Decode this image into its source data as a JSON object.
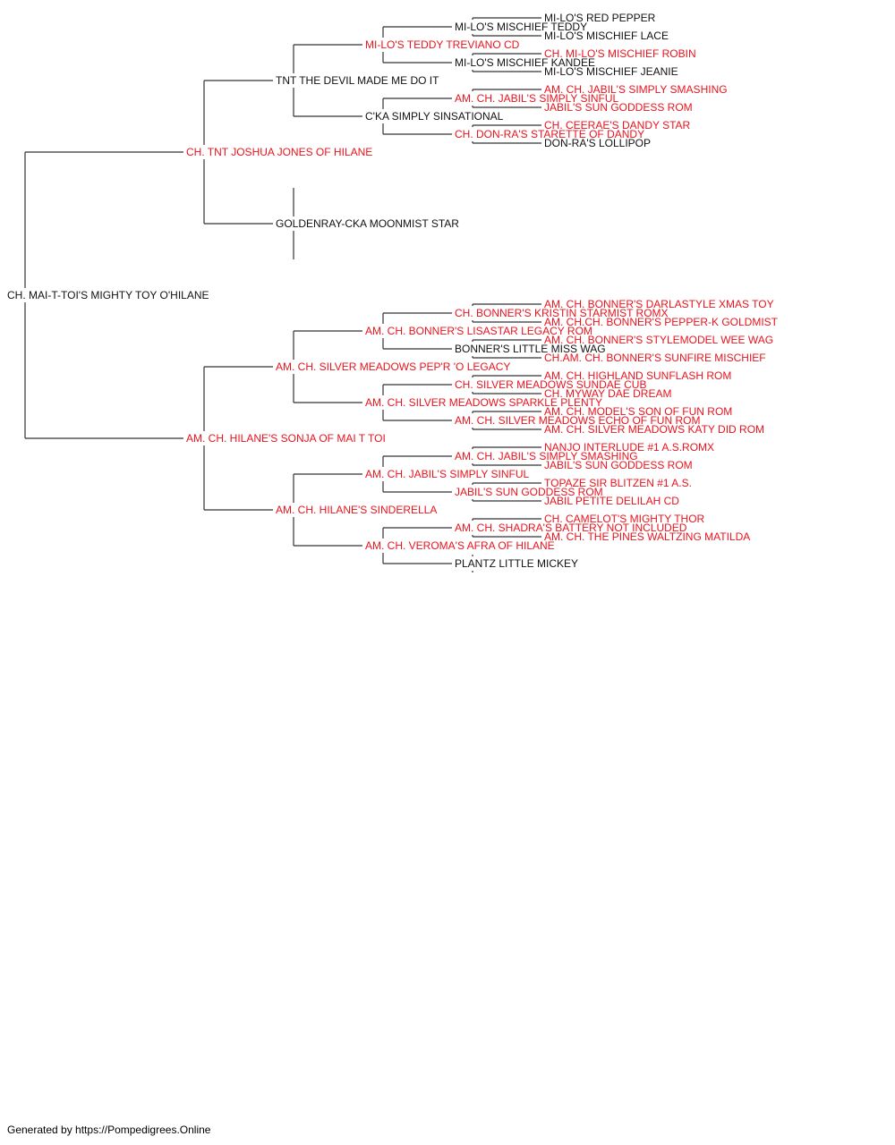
{
  "colors": {
    "champion": "#e8141e",
    "normal": "#111111",
    "line": "#333333"
  },
  "pedigree": {
    "name": "CH. MAI-T-TOI'S MIGHTY TOY O'HILANE",
    "champion": false,
    "sire": {
      "name": "CH. TNT JOSHUA JONES OF HILANE",
      "champion": true,
      "sire": {
        "name": "TNT THE DEVIL MADE ME DO IT",
        "champion": false,
        "sire": {
          "name": "MI-LO'S TEDDY TREVIANO CD",
          "champion": true,
          "sire": {
            "name": "MI-LO'S MISCHIEF TEDDY",
            "champion": false,
            "sire": {
              "name": "MI-LO'S RED PEPPER",
              "champion": false
            },
            "dam": {
              "name": "MI-LO'S MISCHIEF LACE",
              "champion": false
            }
          },
          "dam": {
            "name": "MI-LO'S MISCHIEF KANDEE",
            "champion": false,
            "sire": {
              "name": "CH. MI-LO'S MISCHIEF ROBIN",
              "champion": true
            },
            "dam": {
              "name": "MI-LO'S MISCHIEF JEANIE",
              "champion": false
            }
          }
        },
        "dam": {
          "name": "C'KA SIMPLY SINSATIONAL",
          "champion": false,
          "sire": {
            "name": "AM. CH. JABIL'S SIMPLY SINFUL",
            "champion": true,
            "sire": {
              "name": "AM. CH. JABIL'S SIMPLY SMASHING",
              "champion": true
            },
            "dam": {
              "name": "JABIL'S SUN GODDESS ROM",
              "champion": true
            }
          },
          "dam": {
            "name": "CH. DON-RA'S STARETTE OF DANDY",
            "champion": true,
            "sire": {
              "name": "CH. CEERAE'S DANDY STAR",
              "champion": true
            },
            "dam": {
              "name": "DON-RA'S LOLLIPOP",
              "champion": false
            }
          }
        }
      },
      "dam": {
        "name": "GOLDENRAY-CKA MOONMIST STAR",
        "champion": false
      }
    },
    "dam": {
      "name": "AM. CH. HILANE'S SONJA OF MAI T TOI",
      "champion": true,
      "sire": {
        "name": "AM. CH. SILVER MEADOWS PEP'R 'O LEGACY",
        "champion": true,
        "sire": {
          "name": "AM. CH. BONNER'S LISASTAR LEGACY ROM",
          "champion": true,
          "sire": {
            "name": "CH. BONNER'S KRISTIN STARMIST ROMX",
            "champion": true,
            "sire": {
              "name": "AM. CH. BONNER'S DARLASTYLE XMAS TOY",
              "champion": true
            },
            "dam": {
              "name": "AM. CH.CH. BONNER'S PEPPER-K GOLDMIST",
              "champion": true
            }
          },
          "dam": {
            "name": "BONNER'S LITTLE MISS WAG",
            "champion": false,
            "sire": {
              "name": "AM. CH. BONNER'S STYLEMODEL WEE WAG",
              "champion": true
            },
            "dam": {
              "name": "CH.AM. CH. BONNER'S SUNFIRE MISCHIEF",
              "champion": true
            }
          }
        },
        "dam": {
          "name": "AM. CH. SILVER MEADOWS SPARKLE PLENTY",
          "champion": true,
          "sire": {
            "name": "CH. SILVER MEADOWS SUNDAE CUB",
            "champion": true,
            "sire": {
              "name": "AM. CH. HIGHLAND SUNFLASH ROM",
              "champion": true
            },
            "dam": {
              "name": "CH. MYWAY DAE DREAM",
              "champion": true
            }
          },
          "dam": {
            "name": "AM. CH. SILVER MEADOWS ECHO OF FUN ROM",
            "champion": true,
            "sire": {
              "name": "AM. CH. MODEL'S SON OF FUN ROM",
              "champion": true
            },
            "dam": {
              "name": "AM. CH. SILVER MEADOWS KATY DID ROM",
              "champion": true
            }
          }
        }
      },
      "dam": {
        "name": "AM. CH. HILANE'S SINDERELLA",
        "champion": true,
        "sire": {
          "name": "AM. CH. JABIL'S SIMPLY SINFUL",
          "champion": true,
          "sire": {
            "name": "AM. CH. JABIL'S SIMPLY SMASHING",
            "champion": true,
            "sire": {
              "name": "NANJO INTERLUDE #1 A.S.ROMX",
              "champion": true
            },
            "dam": {
              "name": "JABIL'S SUN GODDESS ROM",
              "champion": true
            }
          },
          "dam": {
            "name": "JABIL'S SUN GODDESS ROM",
            "champion": true,
            "sire": {
              "name": "TOPAZE SIR BLITZEN #1 A.S.",
              "champion": true
            },
            "dam": {
              "name": "JABIL PETITE DELILAH CD",
              "champion": true
            }
          }
        },
        "dam": {
          "name": "AM. CH. VEROMA'S AFRA OF HILANE",
          "champion": true,
          "sire": {
            "name": "AM. CH. SHADRA'S BATTERY NOT INCLUDED",
            "champion": true,
            "sire": {
              "name": "CH. CAMELOT'S MIGHTY THOR",
              "champion": true
            },
            "dam": {
              "name": "AM. CH. THE PINES WALTZING MATILDA",
              "champion": true
            }
          },
          "dam": {
            "name": "PLANTZ LITTLE MICKEY",
            "champion": false
          }
        }
      }
    }
  },
  "footer": "Generated by https://Pompedigrees.Online"
}
